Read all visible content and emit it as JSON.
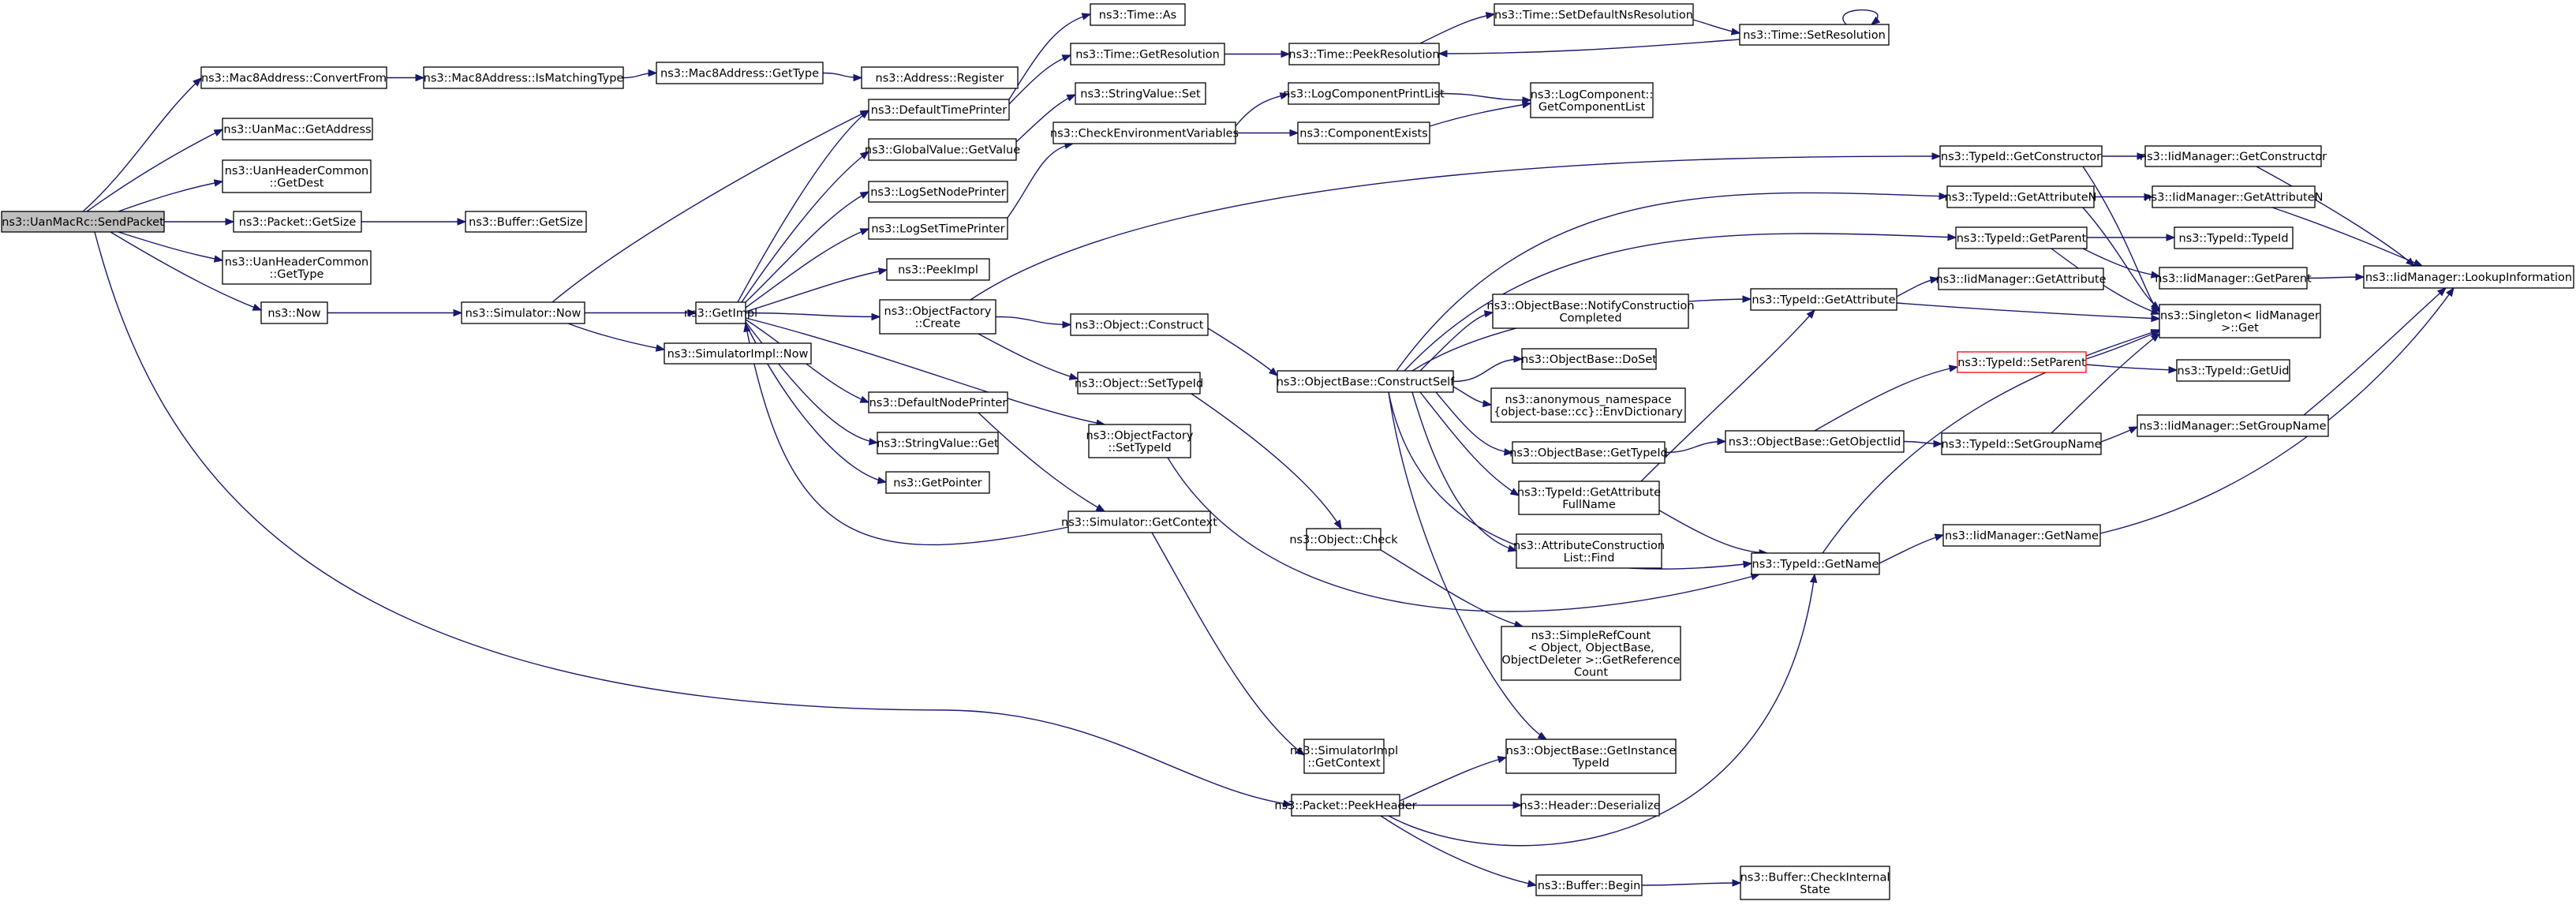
{
  "diagram": {
    "type": "call-graph",
    "colors": {
      "edge": "#191970",
      "node_border": "#000000",
      "root_fill": "#bfbfbf",
      "highlight_border": "#ff0000",
      "background": "#ffffff"
    },
    "nodes": [
      {
        "id": "sendpacket",
        "lines": [
          "ns3::UanMacRc::SendPacket"
        ],
        "style": "root"
      },
      {
        "id": "convertfrom",
        "lines": [
          "ns3::Mac8Address::ConvertFrom"
        ]
      },
      {
        "id": "ismatchingtype",
        "lines": [
          "ns3::Mac8Address::IsMatchingType"
        ]
      },
      {
        "id": "gettype_mac8",
        "lines": [
          "ns3::Mac8Address::GetType"
        ]
      },
      {
        "id": "addr_register",
        "lines": [
          "ns3::Address::Register"
        ]
      },
      {
        "id": "uanmac_getaddress",
        "lines": [
          "ns3::UanMac::GetAddress"
        ]
      },
      {
        "id": "hdr_getdest",
        "lines": [
          "ns3::UanHeaderCommon",
          "::GetDest"
        ]
      },
      {
        "id": "packet_getsize",
        "lines": [
          "ns3::Packet::GetSize"
        ]
      },
      {
        "id": "buffer_getsize",
        "lines": [
          "ns3::Buffer::GetSize"
        ]
      },
      {
        "id": "hdr_gettype",
        "lines": [
          "ns3::UanHeaderCommon",
          "::GetType"
        ]
      },
      {
        "id": "now",
        "lines": [
          "ns3::Now"
        ]
      },
      {
        "id": "sim_now",
        "lines": [
          "ns3::Simulator::Now"
        ]
      },
      {
        "id": "getimpl",
        "lines": [
          "ns3::GetImpl"
        ]
      },
      {
        "id": "simimpl_now",
        "lines": [
          "ns3::SimulatorImpl::Now"
        ]
      },
      {
        "id": "time_as",
        "lines": [
          "ns3::Time::As"
        ]
      },
      {
        "id": "defaulttimeprinter",
        "lines": [
          "ns3::DefaultTimePrinter"
        ]
      },
      {
        "id": "time_getres",
        "lines": [
          "ns3::Time::GetResolution"
        ]
      },
      {
        "id": "time_peekres",
        "lines": [
          "ns3::Time::PeekResolution"
        ]
      },
      {
        "id": "time_setdefaultns",
        "lines": [
          "ns3::Time::SetDefaultNsResolution"
        ]
      },
      {
        "id": "time_setres",
        "lines": [
          "ns3::Time::SetResolution"
        ]
      },
      {
        "id": "stringvalue_set",
        "lines": [
          "ns3::StringValue::Set"
        ]
      },
      {
        "id": "globalvalue_getvalue",
        "lines": [
          "ns3::GlobalValue::GetValue"
        ]
      },
      {
        "id": "checkenv",
        "lines": [
          "ns3::CheckEnvironmentVariables"
        ]
      },
      {
        "id": "logcomponentprintlist",
        "lines": [
          "ns3::LogComponentPrintList"
        ]
      },
      {
        "id": "componentexists",
        "lines": [
          "ns3::ComponentExists"
        ]
      },
      {
        "id": "logcomp_getlist",
        "lines": [
          "ns3::LogComponent::",
          "GetComponentList"
        ]
      },
      {
        "id": "logsetnodeprinter",
        "lines": [
          "ns3::LogSetNodePrinter"
        ]
      },
      {
        "id": "logsettimeprinter",
        "lines": [
          "ns3::LogSetTimePrinter"
        ]
      },
      {
        "id": "peekimpl",
        "lines": [
          "ns3::PeekImpl"
        ]
      },
      {
        "id": "objfactory_create",
        "lines": [
          "ns3::ObjectFactory",
          "::Create"
        ]
      },
      {
        "id": "object_construct",
        "lines": [
          "ns3::Object::Construct"
        ]
      },
      {
        "id": "object_settypeid",
        "lines": [
          "ns3::Object::SetTypeId"
        ]
      },
      {
        "id": "objectbase_constructself",
        "lines": [
          "ns3::ObjectBase::ConstructSelf"
        ]
      },
      {
        "id": "defaultnodeprinter",
        "lines": [
          "ns3::DefaultNodePrinter"
        ]
      },
      {
        "id": "stringvalue_get",
        "lines": [
          "ns3::StringValue::Get"
        ]
      },
      {
        "id": "getpointer",
        "lines": [
          "ns3::GetPointer"
        ]
      },
      {
        "id": "objfactory_settypeid",
        "lines": [
          "ns3::ObjectFactory",
          "::SetTypeId"
        ]
      },
      {
        "id": "sim_getcontext",
        "lines": [
          "ns3::Simulator::GetContext"
        ]
      },
      {
        "id": "object_check",
        "lines": [
          "ns3::Object::Check"
        ]
      },
      {
        "id": "simplerefcount",
        "lines": [
          "ns3::SimpleRefCount",
          "< Object, ObjectBase,",
          "ObjectDeleter >::GetReference",
          "Count"
        ]
      },
      {
        "id": "simimpl_getcontext",
        "lines": [
          "ns3::SimulatorImpl",
          "::GetContext"
        ]
      },
      {
        "id": "packet_peekheader",
        "lines": [
          "ns3::Packet::PeekHeader"
        ]
      },
      {
        "id": "objectbase_getinstancetypeid",
        "lines": [
          "ns3::ObjectBase::GetInstance",
          "TypeId"
        ]
      },
      {
        "id": "header_deserialize",
        "lines": [
          "ns3::Header::Deserialize"
        ]
      },
      {
        "id": "buffer_begin",
        "lines": [
          "ns3::Buffer::Begin"
        ]
      },
      {
        "id": "buffer_checkinternal",
        "lines": [
          "ns3::Buffer::CheckInternal",
          "State"
        ]
      },
      {
        "id": "objectbase_notify",
        "lines": [
          "ns3::ObjectBase::NotifyConstruction",
          "Completed"
        ]
      },
      {
        "id": "objectbase_doset",
        "lines": [
          "ns3::ObjectBase::DoSet"
        ]
      },
      {
        "id": "anon_envdictionary",
        "lines": [
          "ns3::anonymous_namespace",
          "{object-base::cc}::EnvDictionary"
        ]
      },
      {
        "id": "objectbase_gettypeid",
        "lines": [
          "ns3::ObjectBase::GetTypeId"
        ]
      },
      {
        "id": "typeid_getattrfullname",
        "lines": [
          "ns3::TypeId::GetAttribute",
          "FullName"
        ]
      },
      {
        "id": "attrconstruction_find",
        "lines": [
          "ns3::AttributeConstruction",
          "List::Find"
        ]
      },
      {
        "id": "typeid_getconstructor",
        "lines": [
          "ns3::TypeId::GetConstructor"
        ]
      },
      {
        "id": "typeid_getattributen",
        "lines": [
          "ns3::TypeId::GetAttributeN"
        ]
      },
      {
        "id": "typeid_getparent",
        "lines": [
          "ns3::TypeId::GetParent"
        ]
      },
      {
        "id": "typeid_getattribute",
        "lines": [
          "ns3::TypeId::GetAttribute"
        ]
      },
      {
        "id": "objectbase_getobjectiid",
        "lines": [
          "ns3::ObjectBase::GetObjectIid"
        ]
      },
      {
        "id": "typeid_getname",
        "lines": [
          "ns3::TypeId::GetName"
        ]
      },
      {
        "id": "iidm_getconstructor",
        "lines": [
          "ns3::IidManager::GetConstructor"
        ]
      },
      {
        "id": "iidm_getattributen",
        "lines": [
          "ns3::IidManager::GetAttributeN"
        ]
      },
      {
        "id": "typeid_typeid",
        "lines": [
          "ns3::TypeId::TypeId"
        ]
      },
      {
        "id": "iidm_getparent",
        "lines": [
          "ns3::IidManager::GetParent"
        ]
      },
      {
        "id": "iidm_getattribute",
        "lines": [
          "ns3::IidManager::GetAttribute"
        ]
      },
      {
        "id": "singleton_get",
        "lines": [
          "ns3::Singleton< IidManager",
          ">::Get"
        ]
      },
      {
        "id": "typeid_setparent",
        "lines": [
          "ns3::TypeId::SetParent"
        ],
        "style": "red"
      },
      {
        "id": "typeid_getuid",
        "lines": [
          "ns3::TypeId::GetUid"
        ]
      },
      {
        "id": "typeid_setgroupname",
        "lines": [
          "ns3::TypeId::SetGroupName"
        ]
      },
      {
        "id": "iidm_setgroupname",
        "lines": [
          "ns3::IidManager::SetGroupName"
        ]
      },
      {
        "id": "iidm_getname",
        "lines": [
          "ns3::IidManager::GetName"
        ]
      },
      {
        "id": "iidm_lookupinformation",
        "lines": [
          "ns3::IidManager::LookupInformation"
        ]
      }
    ]
  }
}
